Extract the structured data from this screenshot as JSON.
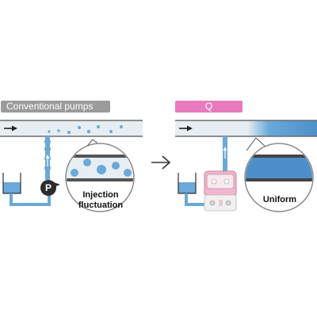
{
  "left": {
    "label": "Conventional pumps",
    "pump_letter": "P",
    "zoom_text_line1": "Injection",
    "zoom_text_line2": "fluctuation"
  },
  "right": {
    "label": "Q",
    "zoom_text": "Uniform"
  },
  "colors": {
    "pipe_bg": "#e6eef3",
    "pipe_border": "#6b6b6b",
    "fluid_blue": "#6aa9d8",
    "fluid_dark_blue": "#4d8fc8",
    "grey_tag": "#9b9b9b",
    "pink_tag": "#e87bbd"
  },
  "icons": {
    "flow_arrow": "right-arrow-icon",
    "transition_arrow": "chevron-right-arrow-icon",
    "pump": "pump-circle-icon",
    "q_pump": "pink-pump-device-icon"
  }
}
